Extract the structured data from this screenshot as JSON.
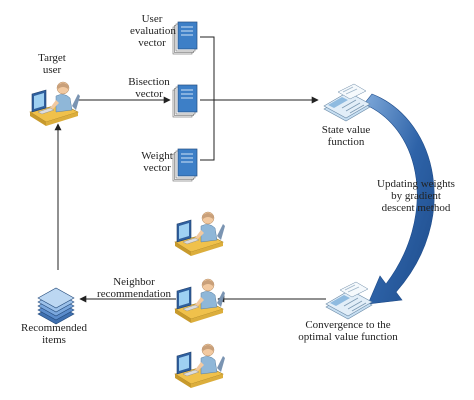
{
  "nodes": {
    "target_user": "Target\nuser",
    "user_eval_vector": "User\nevaluation\nvector",
    "bisection_vector": "Bisection\nvector",
    "weight_vector": "Weight\nvector",
    "state_value_function": "State value\nfunction",
    "updating_weights": "Updating weights\nby gradient\ndescent method",
    "convergence": "Convergence to the\noptimal value function",
    "neighbor_recommendation": "Neighbor\nrecommendation",
    "recommended_items": "Recommended\nitems"
  },
  "colors": {
    "arrow": "#222222",
    "curved_arrow": "#2e63a8",
    "document_blue": "#3d7fc7",
    "desk": "#f0c14b",
    "person_shirt": "#8fb7d8"
  },
  "icons": {
    "user": "person-at-computer-icon",
    "vector": "document-stack-icon",
    "function": "papers-icon",
    "items": "stacked-layers-icon"
  }
}
